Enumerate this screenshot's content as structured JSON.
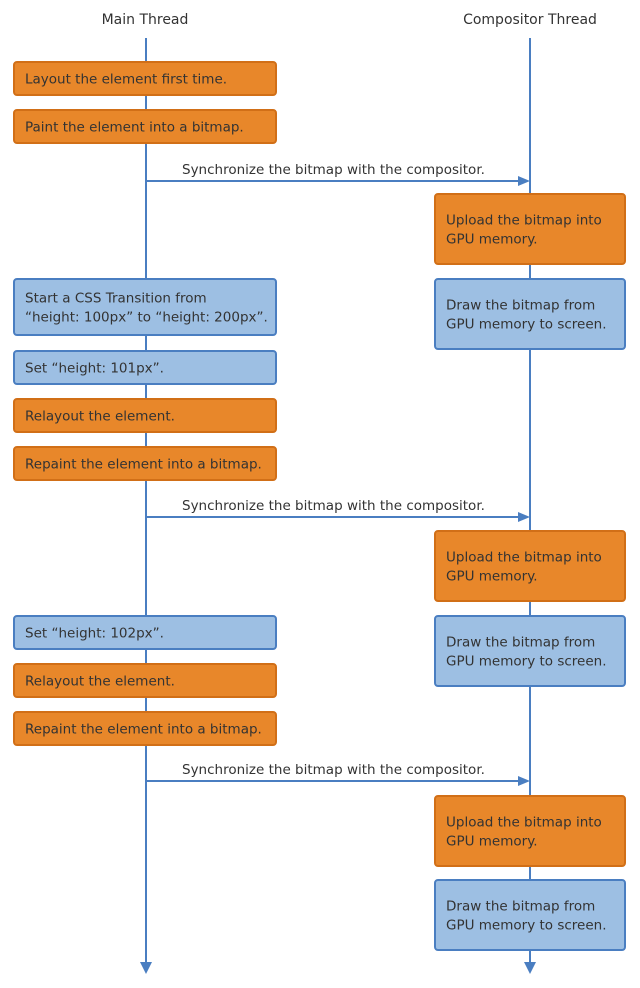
{
  "colors": {
    "line": "#4a7ec1",
    "orange_fill": "#e8872a",
    "orange_stroke": "#d16f17",
    "blue_fill": "#9dbfe3",
    "blue_stroke": "#4a7ec1",
    "text": "#333333"
  },
  "headers": {
    "main": "Main Thread",
    "compositor": "Compositor Thread"
  },
  "sync_label": "Synchronize the bitmap with the compositor.",
  "main_steps": [
    {
      "lines": [
        "Layout the element first time."
      ],
      "color": "orange"
    },
    {
      "lines": [
        "Paint the element into a bitmap."
      ],
      "color": "orange"
    },
    {
      "lines": [
        "Start a CSS Transition from",
        "“height: 100px” to “height: 200px”."
      ],
      "color": "blue"
    },
    {
      "lines": [
        "Set “height: 101px”."
      ],
      "color": "blue"
    },
    {
      "lines": [
        "Relayout the element."
      ],
      "color": "orange"
    },
    {
      "lines": [
        "Repaint the element into a bitmap."
      ],
      "color": "orange"
    },
    {
      "lines": [
        "Set “height: 102px”."
      ],
      "color": "blue"
    },
    {
      "lines": [
        "Relayout the element."
      ],
      "color": "orange"
    },
    {
      "lines": [
        "Repaint the element into a bitmap."
      ],
      "color": "orange"
    }
  ],
  "compositor_steps": [
    {
      "lines": [
        "Upload the bitmap into",
        "GPU memory."
      ],
      "color": "orange"
    },
    {
      "lines": [
        "Draw the bitmap from",
        "GPU memory to screen."
      ],
      "color": "blue"
    },
    {
      "lines": [
        "Upload the bitmap into",
        "GPU memory."
      ],
      "color": "orange"
    },
    {
      "lines": [
        "Draw the bitmap from",
        "GPU memory to screen."
      ],
      "color": "blue"
    },
    {
      "lines": [
        "Upload the bitmap into",
        "GPU memory."
      ],
      "color": "orange"
    },
    {
      "lines": [
        "Draw the bitmap from",
        "GPU memory to screen."
      ],
      "color": "blue"
    }
  ],
  "sync_messages": 3
}
